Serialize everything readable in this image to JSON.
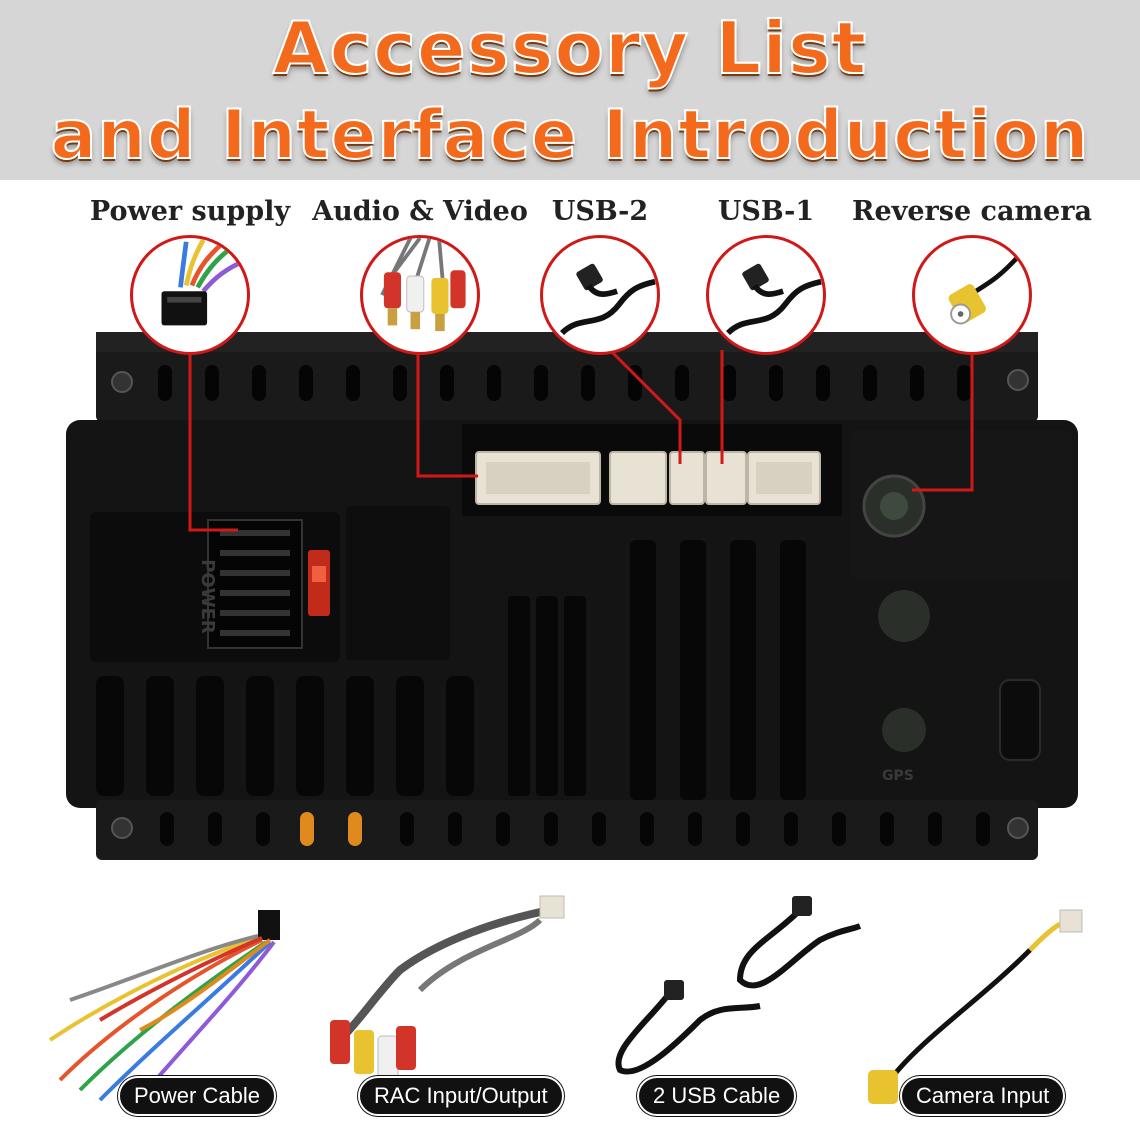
{
  "title": {
    "line1": "Accessory List",
    "line2": "and Interface Introduction"
  },
  "ports": [
    {
      "label": "Power supply"
    },
    {
      "label": "Audio & Video"
    },
    {
      "label": "USB-2"
    },
    {
      "label": "USB-1"
    },
    {
      "label": "Reverse camera"
    }
  ],
  "device": {
    "power_marking": "POWER",
    "gps_marking": "GPS"
  },
  "accessories": [
    {
      "label": "Power Cable"
    },
    {
      "label": "RAC Input/Output"
    },
    {
      "label": "2 USB Cable"
    },
    {
      "label": "Camera Input"
    }
  ],
  "colors": {
    "title": "#f36a1d",
    "callout_line": "#d01818",
    "device_body": "#151515",
    "connector": "#e8e2d4"
  }
}
